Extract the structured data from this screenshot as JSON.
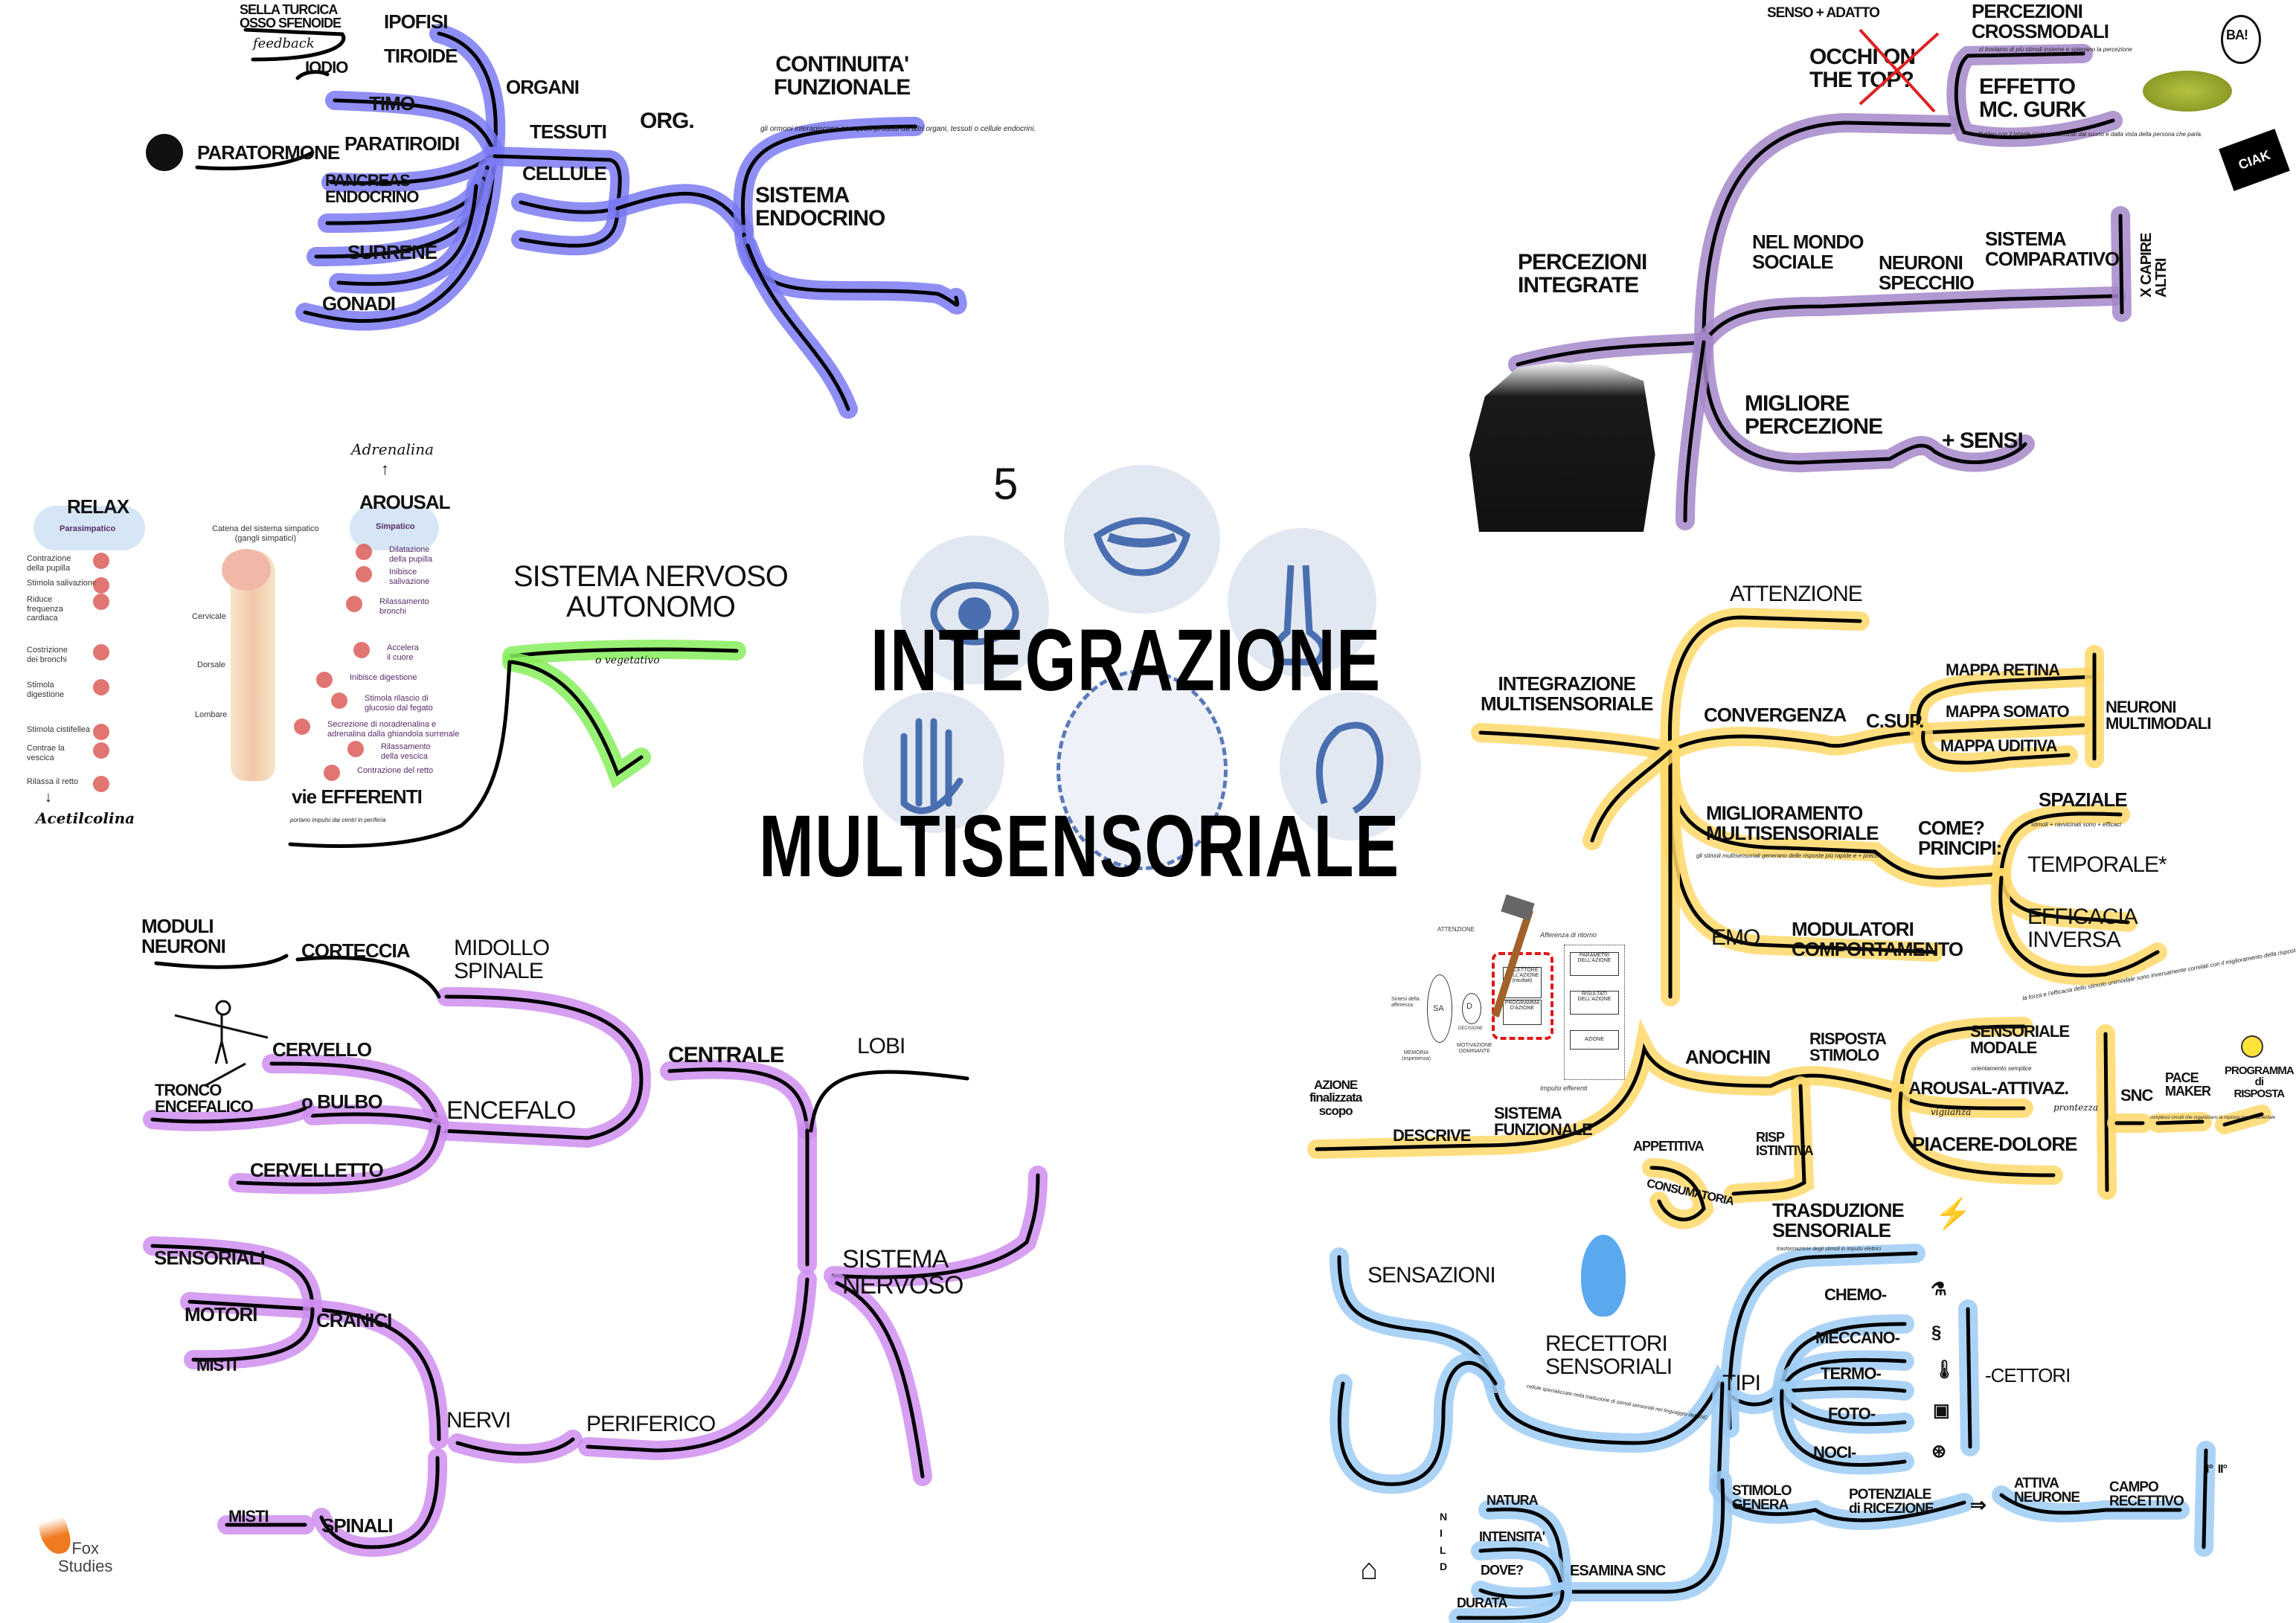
{
  "colors": {
    "endocrine": "#7a7af2",
    "perception": "#a487c9",
    "attention": "#ffd86a",
    "sensation": "#9ccbf4",
    "nervous": "#cf8ef0",
    "autonomic": "#86ef5c",
    "cross_out": "#e02020"
  },
  "center": {
    "number": "5",
    "title_line1": "INTEGRAZIONE",
    "title_line2": "MULTISENSORIALE",
    "senses": [
      "eye-icon",
      "mouth-icon",
      "nose-icon",
      "hand-icon",
      "ear-icon",
      "head-icon"
    ]
  },
  "endocrine": {
    "sella": "SELLA TURCICA\nOSSO SFENOIDE",
    "feedback": "feedback",
    "ipofisi": "IPOFISI",
    "tiroide": "TIROIDE",
    "iodio": "IODIO",
    "timo": "TIMO",
    "paratormone": "PARATORMONE",
    "paratiroidi": "PARATIROIDI",
    "pancreas": "PANCREAS\nENDOCRINO",
    "surrene": "SURRENE",
    "gonadi": "GONADI",
    "organi": "ORGANI",
    "tessuti": "TESSUTI",
    "cellule": "CELLULE",
    "org": "ORG.",
    "continuita": "CONTINUITA'\nFUNZIONALE",
    "continuita_note": "gli ormoni interagiscono con quelli prodotti da\naltri organi, tessuti o cellule endocrini.",
    "sistema": "SISTEMA\nENDOCRINO"
  },
  "perception": {
    "senso_adatto": "SENSO + ADATTO",
    "occhi": "OCCHI ON\nTHE TOP?",
    "crossmodali": "PERCEZIONI\nCROSSMODALI",
    "crossmodali_note": "ci troviamo di più stimoli insieme e spiegano la percezione",
    "effetto": "EFFETTO\nMC. GURK",
    "effetto_note": "nell'video con il labiale siamo influenzati dal suono e dalla vista\ndella persona che parla.",
    "ba": "BA!",
    "ciak": "CIAK",
    "integrate": "PERCEZIONI\nINTEGRATE",
    "mondo_sociale": "NEL MONDO\nSOCIALE",
    "neuroni_specchio": "NEURONI\nSPECCHIO",
    "sistema_comparativo": "SISTEMA\nCOMPARATIVO",
    "capire_altri": "X CAPIRE\nALTRI",
    "migliore": "MIGLIORE\nPERCEZIONE",
    "piu_sensi": "+ SENSI"
  },
  "autonomic": {
    "adrenalina": "Adrenalina",
    "relax": "RELAX",
    "arousal": "AROUSAL",
    "acetilcolina": "Acetilcolina",
    "vie_efferenti": "vie EFFERENTI",
    "vie_note": "portano impulsi dai centri in periferia",
    "title": "SISTEMA NERVOSO\nAUTONOMO",
    "vegetativo": "o vegetativo",
    "diagram": {
      "parasimpatico": "Parasimpatico",
      "simpatico": "Simpatico",
      "catena": "Catena del sistema simpatico\n(gangli simpatici)",
      "cervicale": "Cervicale",
      "dorsale": "Dorsale",
      "lombare": "Lombare",
      "left": [
        "Contrazione\ndella pupilla",
        "Stimola salivazione",
        "Riduce\nfrequenza\ncardiaca",
        "Costrizione\ndei bronchi",
        "Stimola\ndigestione",
        "Stimola cistifellea",
        "Contrae la\nvescica",
        "Rilassa il retto"
      ],
      "right": [
        "Dilatazione\ndella pupilla",
        "Inibisce\nsalivazione",
        "Rilassamento\nbronchi",
        "Accelera\nil cuore",
        "Inibisce digestione",
        "Stimola rilascio di\nglucosio dal fegato",
        "Secrezione di noradrenalina e\nadrenalina dalla ghiandola surrenale",
        "Rilassamento\ndella vescica",
        "Contrazione del retto"
      ]
    }
  },
  "nervous": {
    "moduli": "MODULI\nNEURONI",
    "corteccia": "CORTECCIA",
    "midollo": "MIDOLLO\nSPINALE",
    "cervello": "CERVELLO",
    "tronco": "TRONCO\nENCEFALICO",
    "bulbo": "o BULBO",
    "encefalo": "ENCEFALO",
    "cervelletto": "CERVELLETTO",
    "centrale": "CENTRALE",
    "lobi": "LOBI",
    "sistema": "SISTEMA\nNERVOSO",
    "sensoriali": "SENSORIALI",
    "motori": "MOTORI",
    "cranici": "CRANICI",
    "misti1": "MISTI",
    "nervi": "NERVI",
    "periferico": "PERIFERICO",
    "misti2": "MISTI",
    "spinali": "SPINALI",
    "logo": "Fox\nStudies"
  },
  "attention": {
    "attenzione": "ATTENZIONE",
    "integrazione": "INTEGRAZIONE\nMULTISENSORIALE",
    "convergenza": "CONVERGENZA",
    "csup": "C.SUP.",
    "mappa_retina": "MAPPA RETINA",
    "mappa_somato": "MAPPA SOMATO",
    "mappa_uditiva": "MAPPA UDITIVA",
    "neuroni_multimodali": "NEURONI\nMULTIMODALI",
    "miglioramento": "MIGLIORAMENTO\nMULTISENSORIALE",
    "miglioramento_note": "gli stimoli multisensoriali generano delle risposte più rapide e + precise",
    "come": "COME?\nPRINCIPI:",
    "spaziale": "SPAZIALE",
    "spaziale_note": "stimoli + ravvicinati sono + efficaci",
    "temporale": "TEMPORALE*",
    "efficacia": "EFFICACIA\nINVERSA",
    "efficacia_note": "la forza e l'efficacia dello stimolo unimodale sono inversamente\ncorrelati con il miglioramento della risposta multisensoriale.",
    "emo": "EMO",
    "modulatori": "MODULATORI\nCOMPORTAMENTO",
    "anochin": "ANOCHIN",
    "risposta": "RISPOSTA\nSTIMOLO",
    "sensoriale_modale": "SENSORIALE\nMODALE",
    "sensoriale_note": "orientamento semplice",
    "arousal": "AROUSAL-ATTIVAZ.",
    "vigilanza": "vigilanza",
    "prontezza": "prontezza",
    "piacere": "PIACERE-DOLORE",
    "snc": "SNC",
    "pace": "PACE\nMAKER",
    "pace_note": "complessi circuiti che organizzano\nla risposta comportamentale",
    "programma": "PROGRAMMA\ndi\nRISPOSTA",
    "azione": "AZIONE\nfinalizzata\nscopo",
    "descrive": "DESCRIVE",
    "sistema_funzionale": "SISTEMA\nFUNZIONALE",
    "appetitiva": "APPETITIVA",
    "risp_istintiva": "RISP\nISTINTIVA",
    "consumatoria": "CONSUMATORIA",
    "diagram": {
      "attenzione": "ATTENZIONE",
      "afferenza": "Afferenza di ritorno",
      "sa": "SA",
      "d": "D",
      "decisione": "DECISIONE",
      "memoria": "MEMORIA\n(esperienza)",
      "motivazione": "MOTIVAZIONE\nDOMINANTE",
      "sintesi": "Sintesi della\nafferenza",
      "accettore": "ACCETTORE\nDELL'AZIONE\n(risultati)",
      "programma": "PROGRAMMA\nD'AZIONE",
      "parametri": "PARAMETRI\nDELL'AZIONE",
      "risultati": "RISULTATI\nDELL'AZIONE",
      "azione": "AZIONE",
      "impulsi": "Impulsi efferenti"
    }
  },
  "sensation": {
    "trasduzione": "TRASDUZIONE\nSENSORIALE",
    "trasduzione_note": "trasformazione degli stimoli in impulsi elettrici",
    "sensazioni": "SENSAZIONI",
    "recettori": "RECETTORI\nSENSORIALI",
    "recettori_note": "cellule specializzate nella traduzione di stimoli sensoriali nel linguaggio del SNC",
    "tipi": "TIPI",
    "chemo": "CHEMO-",
    "meccano": "MECCANO-",
    "termo": "TERMO-",
    "foto": "FOTO-",
    "noci": "NOCI-",
    "cettori": "-CETTORI",
    "stimolo": "STIMOLO\nGENERA",
    "potenziale": "POTENZIALE\ndi RICEZIONE",
    "attiva": "ATTIVA\nNEURONE",
    "campo": "CAMPO\nRECETTIVO",
    "campo_marks": "I°  II°",
    "natura": "NATURA",
    "intensita": "INTENSITA'",
    "dove": "DOVE?",
    "durata": "DURATA",
    "esamina": "ESAMINA SNC",
    "nild": "N\nI\nL\nD"
  }
}
